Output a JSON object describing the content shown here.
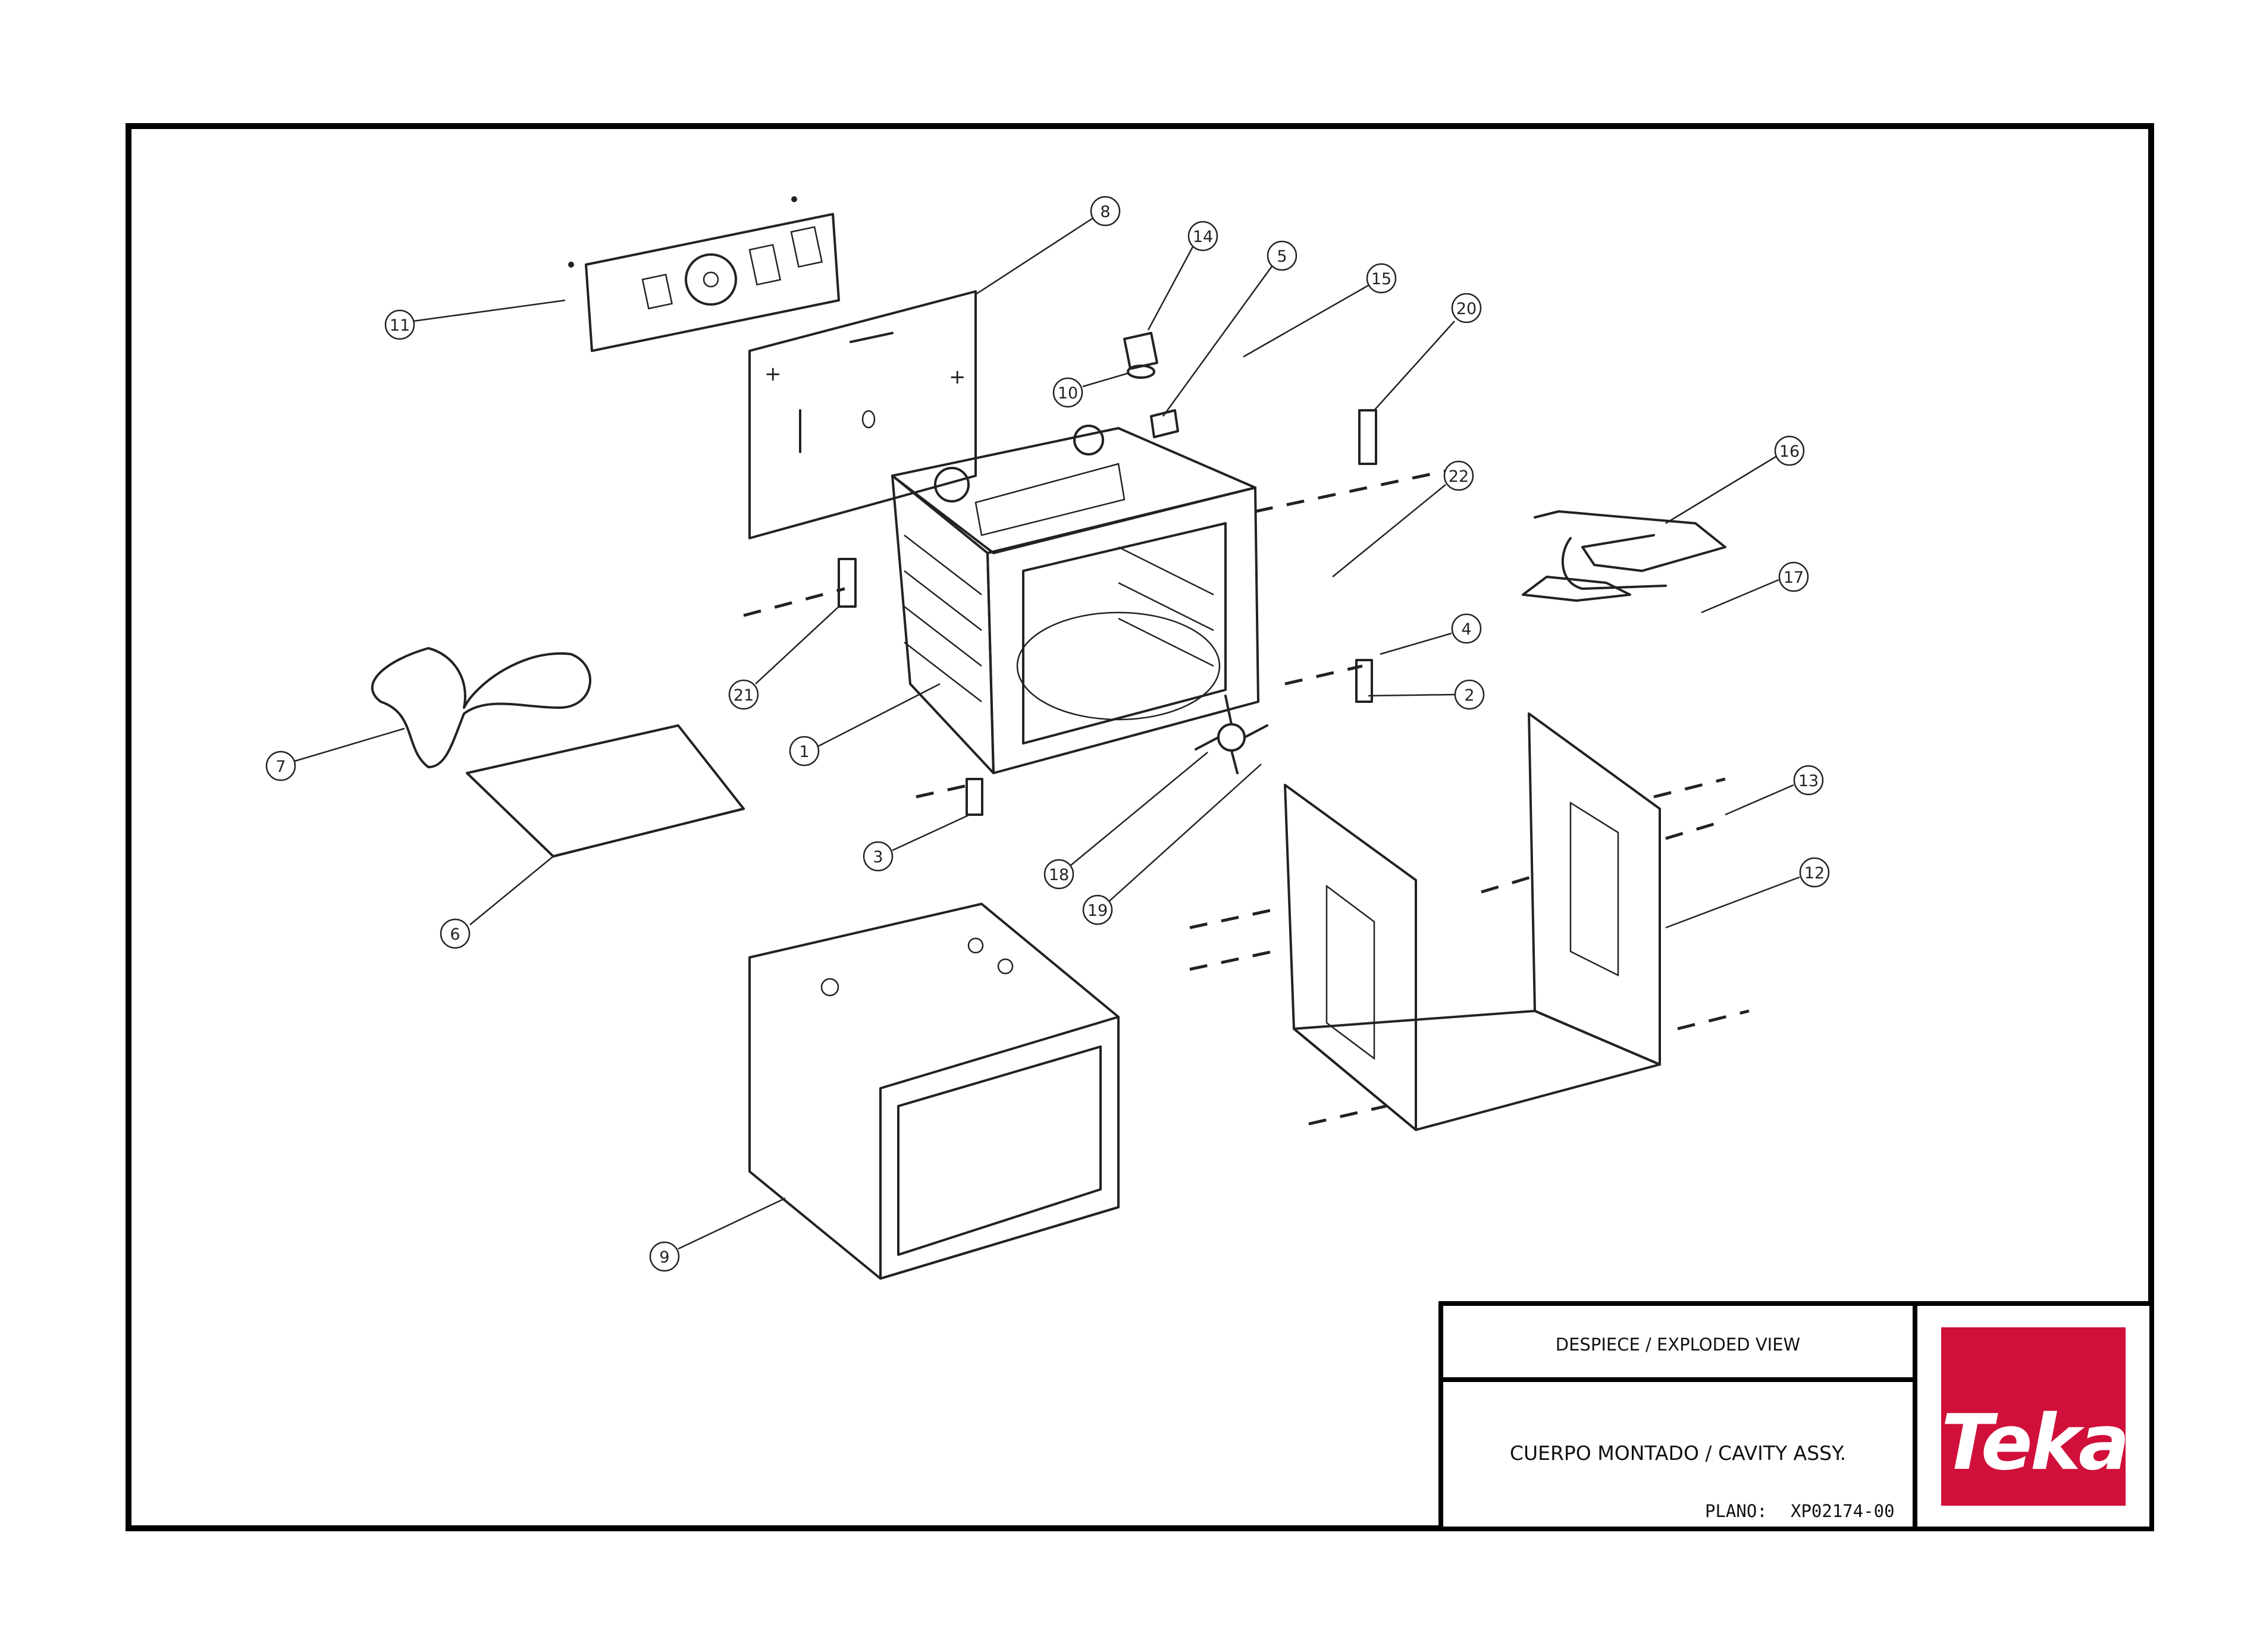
{
  "title_block": {
    "view_title": "DESPIECE / EXPLODED VIEW",
    "assembly_name": "CUERPO MONTADO / CAVITY ASSY.",
    "drawing_label": "PLANO:",
    "drawing_number": "XP02174-00",
    "logo_text": "Teka",
    "logo_color": "#d0103a"
  },
  "callouts": [
    "1",
    "2",
    "3",
    "4",
    "5",
    "6",
    "7",
    "8",
    "9",
    "10",
    "11",
    "12",
    "13",
    "14",
    "15",
    "16",
    "17",
    "18",
    "19",
    "20",
    "21",
    "22"
  ]
}
